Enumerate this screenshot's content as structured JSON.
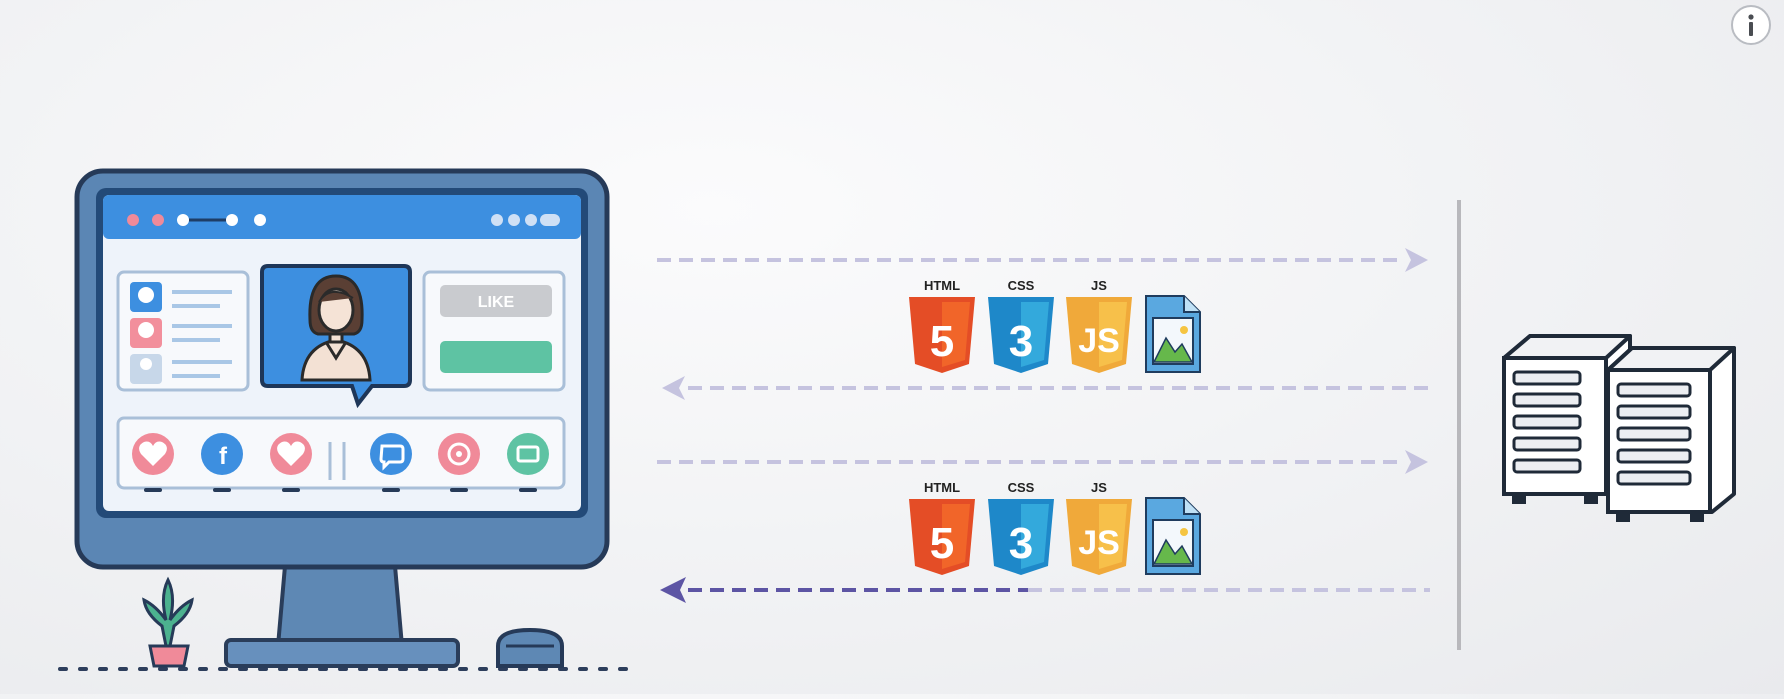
{
  "info_button": {
    "icon": "info-icon"
  },
  "client": {
    "device": "desktop-monitor-icon",
    "like_button_label": "LIKE",
    "profile_icon": "woman-avatar-icon",
    "social_icons": [
      "heart-icon",
      "facebook-icon",
      "heart-icon",
      "chat-icon",
      "instagram-icon",
      "video-icon"
    ],
    "plant": "potted-plant-icon",
    "mouse": "mouse-icon"
  },
  "server": {
    "icon": "server-rack-icon"
  },
  "file_groups": [
    {
      "labels": {
        "html": "HTML",
        "css": "CSS",
        "js": "JS"
      }
    },
    {
      "labels": {
        "html": "HTML",
        "css": "CSS",
        "js": "JS"
      }
    }
  ],
  "colors": {
    "html": "#e44d26",
    "css": "#1e88c9",
    "js": "#f0a93a",
    "monitor_frame": "#4a7fb8",
    "browser_bar": "#3d8fe0",
    "arrow_light": "#c5c3df",
    "arrow_active": "#5d55a4",
    "divider": "#b8b8bc"
  }
}
